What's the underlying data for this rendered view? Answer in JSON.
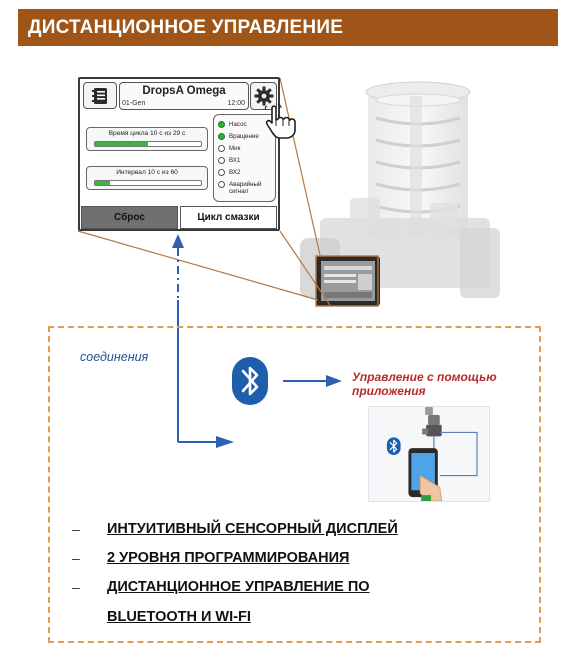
{
  "header": {
    "title": "ДИСТАНЦИОННОЕ УПРАВЛЕНИЕ"
  },
  "screen": {
    "title": "DropsA Omega",
    "subtitle_left": "01-Gen",
    "subtitle_right": "12:00",
    "bars": [
      {
        "label": "Время цикла 10 с из 29 с",
        "progress": 0.5
      },
      {
        "label": "Интервал 10 с из 60",
        "progress": 0.14
      }
    ],
    "status": [
      {
        "label": "Насос",
        "active": true
      },
      {
        "label": "Вращение",
        "active": true
      },
      {
        "label": "Мик",
        "active": false
      },
      {
        "label": "ВХ1",
        "active": false
      },
      {
        "label": "ВХ2",
        "active": false
      },
      {
        "label": "Аварийный сигнал",
        "active": false
      }
    ],
    "reset_button": "Сброс",
    "cycle_button": "Цикл смазки"
  },
  "connection": {
    "label": "соединения"
  },
  "app": {
    "label_line1": "Управление с помощью",
    "label_line2": "приложения"
  },
  "bullets": {
    "dash": "–",
    "item1": "ИНТУИТИВНЫЙ СЕНСОРНЫЙ ДИСПЛЕЙ",
    "item2": "2 УРОВНЯ ПРОГРАММИРОВАНИЯ",
    "item3_line1": "ДИСТАНЦИОННОЕ УПРАВЛЕНИЕ ПО",
    "item3_line2": "BLUETOOTH И WI-FI"
  },
  "icons": {
    "menu": "menu-list-icon",
    "gear": "gear-icon",
    "hand": "hand-pointer-icon",
    "bluetooth": "bluetooth-icon"
  },
  "colors": {
    "header_bg": "#9e5517",
    "dash_border": "#e39a52",
    "arrow": "#2f5fb3",
    "connection_text": "#2b4e8c",
    "app_text": "#b82a2a",
    "active_dot": "#2bb33a"
  }
}
